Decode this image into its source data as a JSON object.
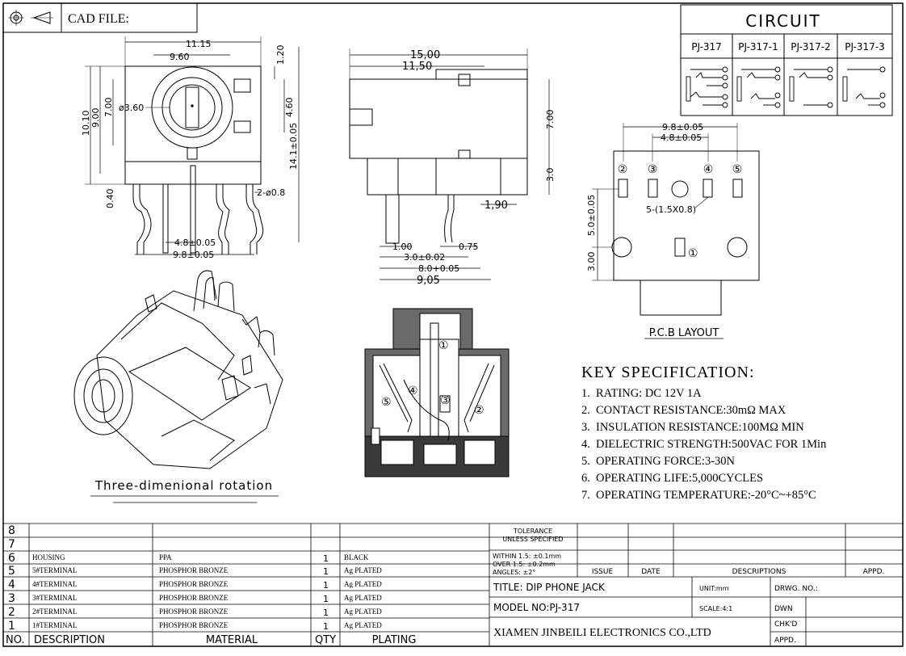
{
  "header": {
    "cad_file_label": "CAD FILE:"
  },
  "circuit": {
    "title": "CIRCUIT",
    "models": [
      "PJ-317",
      "PJ-317-1",
      "PJ-317-2",
      "PJ-317-3"
    ]
  },
  "front_view_dims": {
    "w1": "11.15",
    "w2": "9.60",
    "h1": "1.20",
    "h2": "4.60",
    "v1": "10.10",
    "v2": "9.00",
    "v3": "7.00",
    "dia": "ø3.60",
    "total_h": "14.1±0.05",
    "pin_h": "0.40",
    "pin_dia": "2-ø0.8",
    "pitch1": "4.8±0.05",
    "pitch2": "9.8±0.05"
  },
  "side_view_dims": {
    "w1": "15,00",
    "w2": "11,50",
    "h1": "7.00",
    "h2": "3.0",
    "d1": "1,90",
    "d2": "1.00",
    "d3": "0.75",
    "d4": "3.0±0.02",
    "d5": "8.0+0.05",
    "d6": "9,05"
  },
  "pcb": {
    "title": "P.C.B LAYOUT",
    "d1": "9.8±0.05",
    "d2": "4.8±0.05",
    "hole_label": "5-(1.5X0.8)",
    "v1": "5.0±0.05",
    "v2": "3.00",
    "pins": [
      "②",
      "③",
      "④",
      "⑤"
    ],
    "pin1": "①"
  },
  "rotation_label": "Three-dimenional rotation",
  "section_labels": [
    "①",
    "②",
    "③",
    "④",
    "⑤"
  ],
  "spec": {
    "title": "KEY SPECIFICATION:",
    "items": [
      "RATING: DC 12V   1A",
      "CONTACT RESISTANCE:30mΩ MAX",
      "INSULATION RESISTANCE:100MΩ MIN",
      "DIELECTRIC STRENGTH:500VAC FOR 1Min",
      "OPERATING FORCE:3-30N",
      "OPERATING LIFE:5,000CYCLES",
      "OPERATING TEMPERATURE:-20°C~+85°C"
    ]
  },
  "bom": {
    "rows": [
      {
        "no": "8",
        "desc": "",
        "mat": "",
        "qty": "",
        "plat": ""
      },
      {
        "no": "7",
        "desc": "",
        "mat": "",
        "qty": "",
        "plat": ""
      },
      {
        "no": "6",
        "desc": "HOUSING",
        "mat": "PPA",
        "qty": "1",
        "plat": "BLACK"
      },
      {
        "no": "5",
        "desc": "5#TERMINAL",
        "mat": "PHOSPHOR BRONZE",
        "qty": "1",
        "plat": "Ag PLATED"
      },
      {
        "no": "4",
        "desc": "4#TERMINAL",
        "mat": "PHOSPHOR BRONZE",
        "qty": "1",
        "plat": "Ag PLATED"
      },
      {
        "no": "3",
        "desc": "3#TERMINAL",
        "mat": "PHOSPHOR BRONZE",
        "qty": "1",
        "plat": "Ag PLATED"
      },
      {
        "no": "2",
        "desc": "2#TERMINAL",
        "mat": "PHOSPHOR BRONZE",
        "qty": "1",
        "plat": "Ag PLATED"
      },
      {
        "no": "1",
        "desc": "1#TERMINAL",
        "mat": "PHOSPHOR BRONZE",
        "qty": "1",
        "plat": "Ag PLATED"
      }
    ],
    "headers": {
      "no": "NO.",
      "desc": "DESCRIPTION",
      "mat": "MATERIAL",
      "qty": "QTY",
      "plat": "PLATING"
    }
  },
  "title_block": {
    "tolerance1": "TOLERANCE",
    "tolerance2": "UNLESS SPECIFIED",
    "within": "WITHIN 1.5: ±0.1mm",
    "over": "OVER 1.5:  ±0.2mm",
    "angles": "ANGLES: ±2°",
    "issue": "ISSUE",
    "date": "DATE",
    "descriptions": "DESCRIPTIONS",
    "appd": "APPD.",
    "title": "TITLE: DIP PHONE JACK",
    "unit": "UNIT:mm",
    "drwg": "DRWG. NO.:",
    "model": "MODEL NO:PJ-317",
    "scale": "SCALE:4:1",
    "dwn": "DWN",
    "company": "XIAMEN JINBEILI ELECTRONICS CO.,LTD",
    "chkd": "CHK'D",
    "appd2": "APPD."
  }
}
